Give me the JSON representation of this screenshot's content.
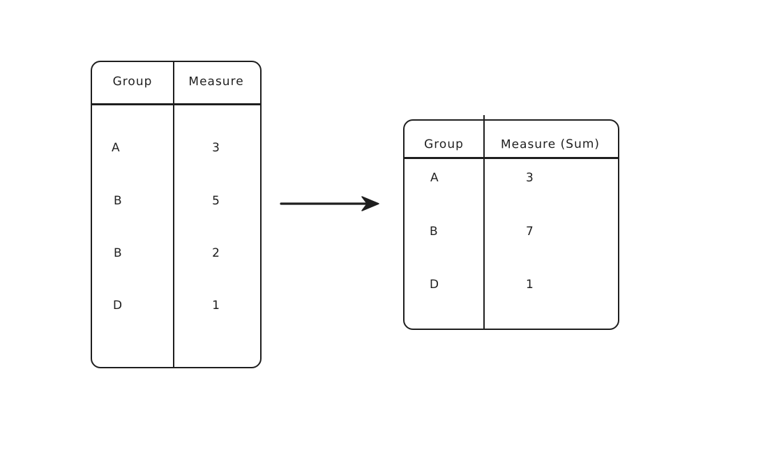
{
  "diagram": {
    "background": "#ffffff",
    "stroke_color": "#1e1e1e",
    "source_table": {
      "headers": {
        "group": "Group",
        "measure": "Measure"
      },
      "rows": [
        {
          "group": "A",
          "measure": "3"
        },
        {
          "group": "B",
          "measure": "5"
        },
        {
          "group": "B",
          "measure": "2"
        },
        {
          "group": "D",
          "measure": "1"
        }
      ]
    },
    "aggregated_table": {
      "headers": {
        "group": "Group",
        "measure": "Measure (Sum)"
      },
      "rows": [
        {
          "group": "A",
          "measure": "3"
        },
        {
          "group": "B",
          "measure": "7"
        },
        {
          "group": "D",
          "measure": "1"
        }
      ]
    }
  }
}
